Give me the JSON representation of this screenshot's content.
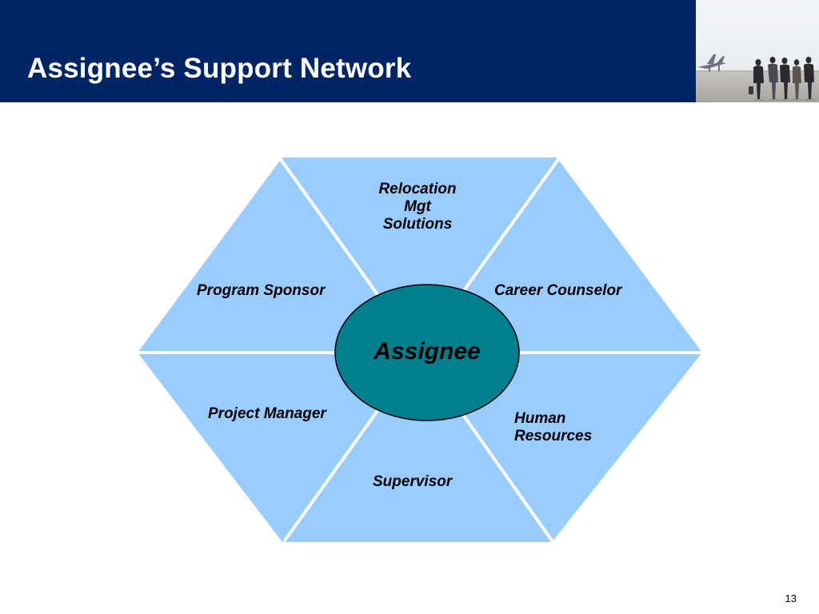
{
  "slide": {
    "title": "Assignee’s Support Network",
    "page_number": "13"
  },
  "colors": {
    "header_bg": "#002566",
    "segment_fill": "#99CCFF",
    "center_fill": "#00808F",
    "divider": "#FFFFFF"
  },
  "diagram": {
    "center": "Assignee",
    "segments": {
      "top": {
        "lines": [
          "Relocation",
          "Mgt",
          "Solutions"
        ]
      },
      "upper_left": "Program Sponsor",
      "upper_right": "Career Counselor",
      "lower_left": "Project Manager",
      "lower_right": {
        "lines": [
          "Human",
          "Resources"
        ]
      },
      "bottom": "Supervisor"
    }
  },
  "photo": {
    "subject": "business travelers walking across airport tarmac with a jet"
  }
}
